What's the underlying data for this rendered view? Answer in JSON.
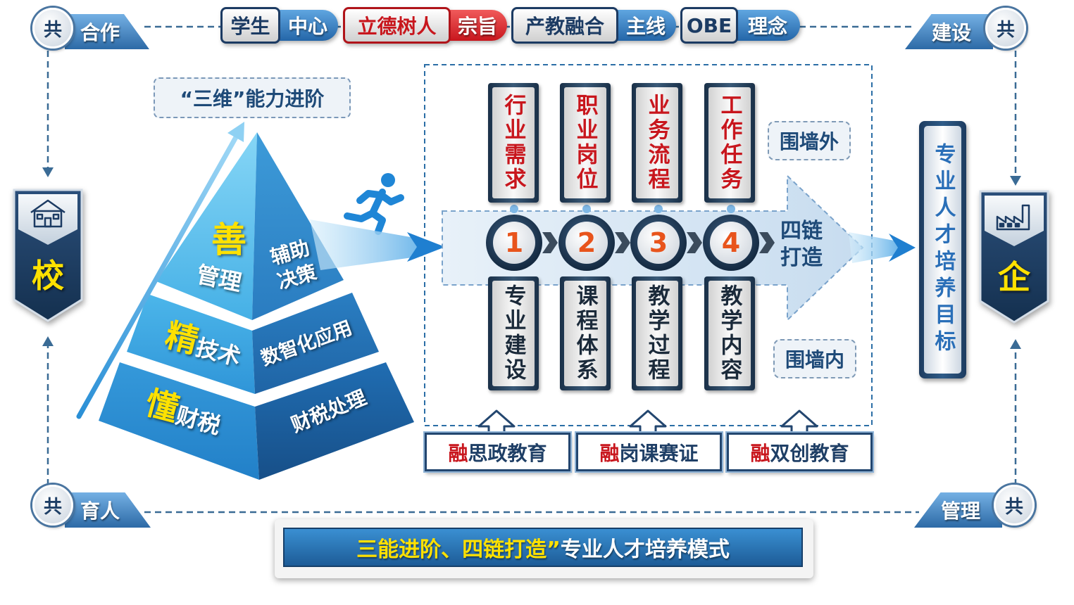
{
  "corners": {
    "top_left": {
      "circle": "共",
      "tag": "合作"
    },
    "top_right": {
      "circle": "共",
      "tag": "建设"
    },
    "bottom_left": {
      "circle": "共",
      "tag": "育人"
    },
    "bottom_right": {
      "circle": "共",
      "tag": "管理"
    }
  },
  "top_pills": [
    {
      "key": "学生",
      "value": "中心"
    },
    {
      "key": "立德树人",
      "value": "宗旨"
    },
    {
      "key": "产教融合",
      "value": "主线"
    },
    {
      "key": "OBE",
      "value": "理念"
    }
  ],
  "school": {
    "label": "校",
    "icon": "school-building-icon"
  },
  "enterprise": {
    "label": "企",
    "icon": "factory-icon"
  },
  "pyramid": {
    "title": "“三维”能力进阶",
    "levels": [
      {
        "mark": "善",
        "name": "管理",
        "skill": "辅助\n决策"
      },
      {
        "mark": "精",
        "name": "技术",
        "skill": "数智化应用"
      },
      {
        "mark": "懂",
        "name": "财税",
        "skill": "财税处理"
      }
    ],
    "runner_icon": "running-person-icon"
  },
  "chain": {
    "upper": [
      "行业需求",
      "职业岗位",
      "业务流程",
      "工作任务"
    ],
    "numbers": [
      "1",
      "2",
      "3",
      "4"
    ],
    "lower": [
      "专业建设",
      "课程体系",
      "教学过程",
      "教学内容"
    ],
    "label": "四链\n打造",
    "outside_label": "围墙外",
    "inside_label": "围墙内"
  },
  "integrations": [
    {
      "mark": "融",
      "text": "思政教育"
    },
    {
      "mark": "融",
      "text": "岗课赛证"
    },
    {
      "mark": "融",
      "text": "双创教育"
    }
  ],
  "goal": "专业人才培养目标",
  "banner": {
    "highlight": "三能进阶、四链打造”",
    "text": "专业人才培养模式"
  },
  "colors": {
    "navy": "#1c3b63",
    "blue": "#2b7bc0",
    "red": "#c8161d",
    "yellow": "#ffe100",
    "orange": "#e8541c",
    "light_blue": "#5cc2ee"
  }
}
